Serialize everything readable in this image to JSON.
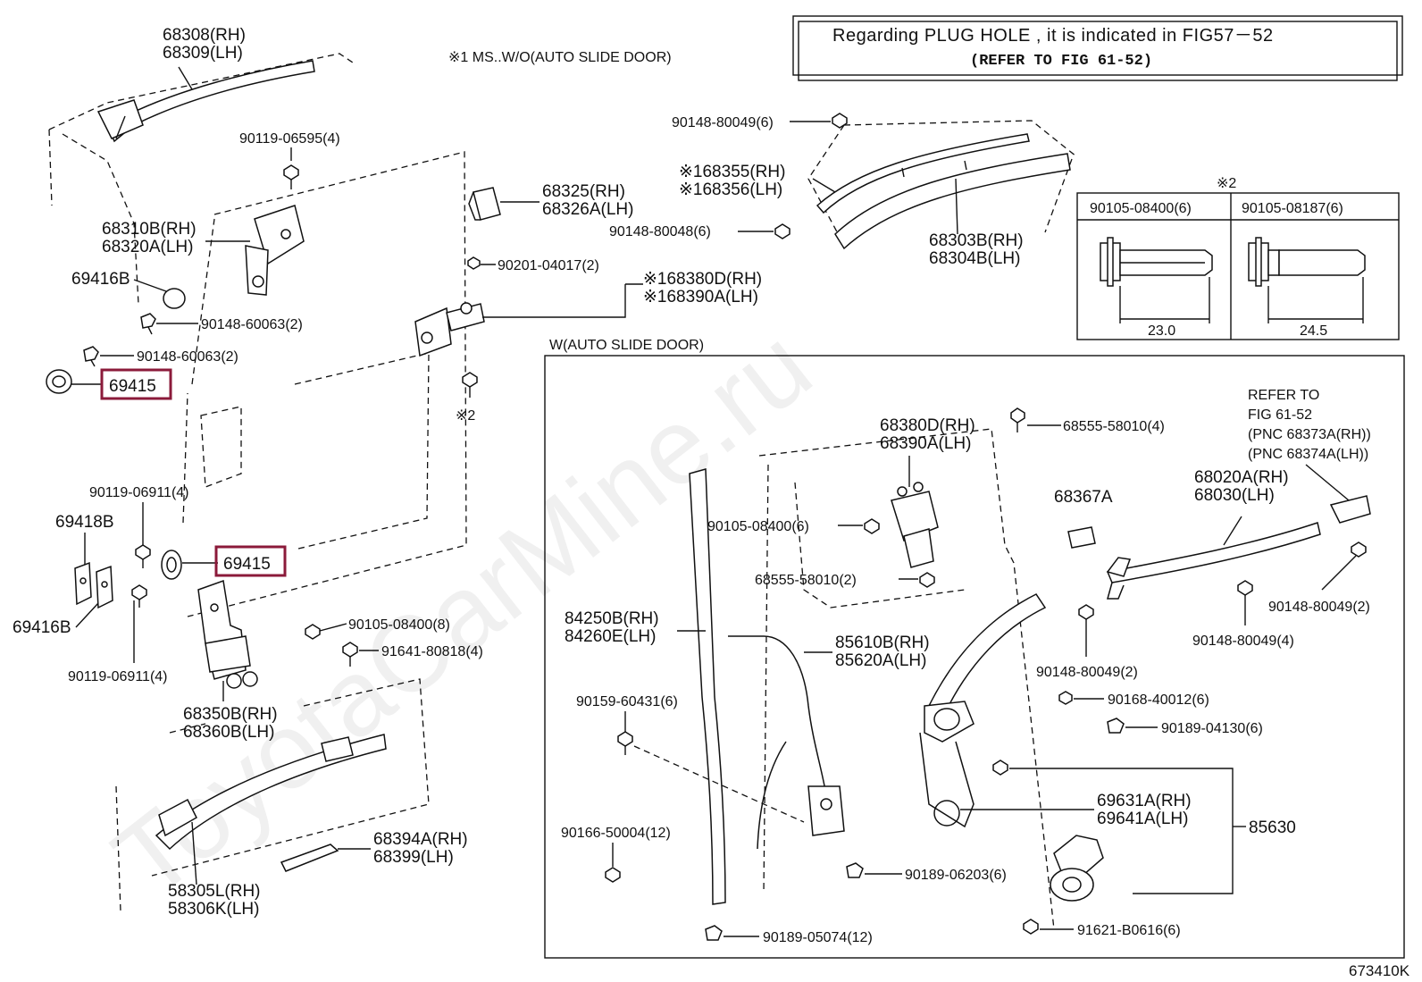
{
  "notice": {
    "line1": "Regarding  PLUG HOLE , it is indicated in FIG57－52",
    "line2": "(REFER TO FIG 61-52)"
  },
  "notes": {
    "ms_note": "※1  MS..W/O(AUTO SLIDE DOOR)",
    "w_auto_title": "W(AUTO SLIDE DOOR)",
    "star2_top": "※2",
    "star2_hinge": "※2",
    "refer_to": [
      "REFER TO",
      "FIG 61-52",
      "(PNC 68373A(RH))",
      "(PNC 68374A(LH))"
    ]
  },
  "bolt_table": {
    "label": "※2",
    "columns": [
      {
        "part": "90105-08400(6)",
        "length": "23.0"
      },
      {
        "part": "90105-08187(6)",
        "length": "24.5"
      }
    ]
  },
  "callouts_left": {
    "c68308": [
      "68308(RH)",
      "68309(LH)"
    ],
    "c90119_06595": "90119-06595(4)",
    "c68310": [
      "68310B(RH)",
      "68320A(LH)"
    ],
    "c69416b_top": "69416B",
    "c90148_60063_a": "90148-60063(2)",
    "c90148_60063_b": "90148-60063(2)",
    "c69415_top": "69415",
    "c90119_06911_a": "90119-06911(4)",
    "c69418b": "69418B",
    "c69415_bottom": "69415",
    "c69416b_bottom": "69416B",
    "c90119_06911_b": "90119-06911(4)",
    "c90105_08400_8": "90105-08400(8)",
    "c91641": "91641-80818(4)",
    "c68350": [
      "68350B(RH)",
      "68360B(LH)"
    ],
    "c68394": [
      "68394A(RH)",
      "68399(LH)"
    ],
    "c58305": [
      "58305L(RH)",
      "58306K(LH)"
    ],
    "c68325": [
      "68325(RH)",
      "68326A(LH)"
    ],
    "c90201": "90201-04017(2)",
    "c168380": [
      "※168380D(RH)",
      "※168390A(LH)"
    ]
  },
  "callouts_top_right": {
    "c90148_80049_6": "90148-80049(6)",
    "c168355": [
      "※168355(RH)",
      "※168356(LH)"
    ],
    "c90148_80048": "90148-80048(6)",
    "c68303": [
      "68303B(RH)",
      "68304B(LH)"
    ]
  },
  "callouts_auto": {
    "c68380d": [
      "68380D(RH)",
      "68390A(LH)"
    ],
    "c68555_4": "68555-58010(4)",
    "c68367a": "68367A",
    "c68020a": [
      "68020A(RH)",
      "68030(LH)"
    ],
    "c90105_08400_6": "90105-08400(6)",
    "c68555_2": "68555-58010(2)",
    "c90148_80049_2a": "90148-80049(2)",
    "c84250": [
      "84250B(RH)",
      "84260E(LH)"
    ],
    "c85610": [
      "85610B(RH)",
      "85620A(LH)"
    ],
    "c90148_80049_4": "90148-80049(4)",
    "c90148_80049_2b": "90148-80049(2)",
    "c90159": "90159-60431(6)",
    "c90168": "90168-40012(6)",
    "c90189_04130": "90189-04130(6)",
    "c69631": [
      "69631A(RH)",
      "69641A(LH)"
    ],
    "c85630": "85630",
    "c90166": "90166-50004(12)",
    "c90189_06203": "90189-06203(6)",
    "c91621": "91621-B0616(6)",
    "c90189_05074": "90189-05074(12)"
  },
  "watermark": "ToyotaCarMine.ru",
  "figure_code": "673410K"
}
